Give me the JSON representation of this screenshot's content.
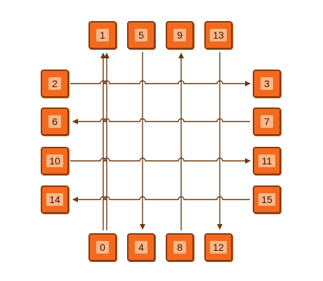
{
  "diagram": {
    "colors": {
      "node_fill": "#f26a1e",
      "node_inner": "#fcb687",
      "node_border": "#8a3a0c",
      "wire": "#6b3a12"
    },
    "top_nodes": [
      "1",
      "5",
      "9",
      "13"
    ],
    "bottom_nodes": [
      "0",
      "4",
      "8",
      "12"
    ],
    "left_nodes": [
      "2",
      "6",
      "10",
      "14"
    ],
    "right_nodes": [
      "3",
      "7",
      "11",
      "15"
    ]
  }
}
